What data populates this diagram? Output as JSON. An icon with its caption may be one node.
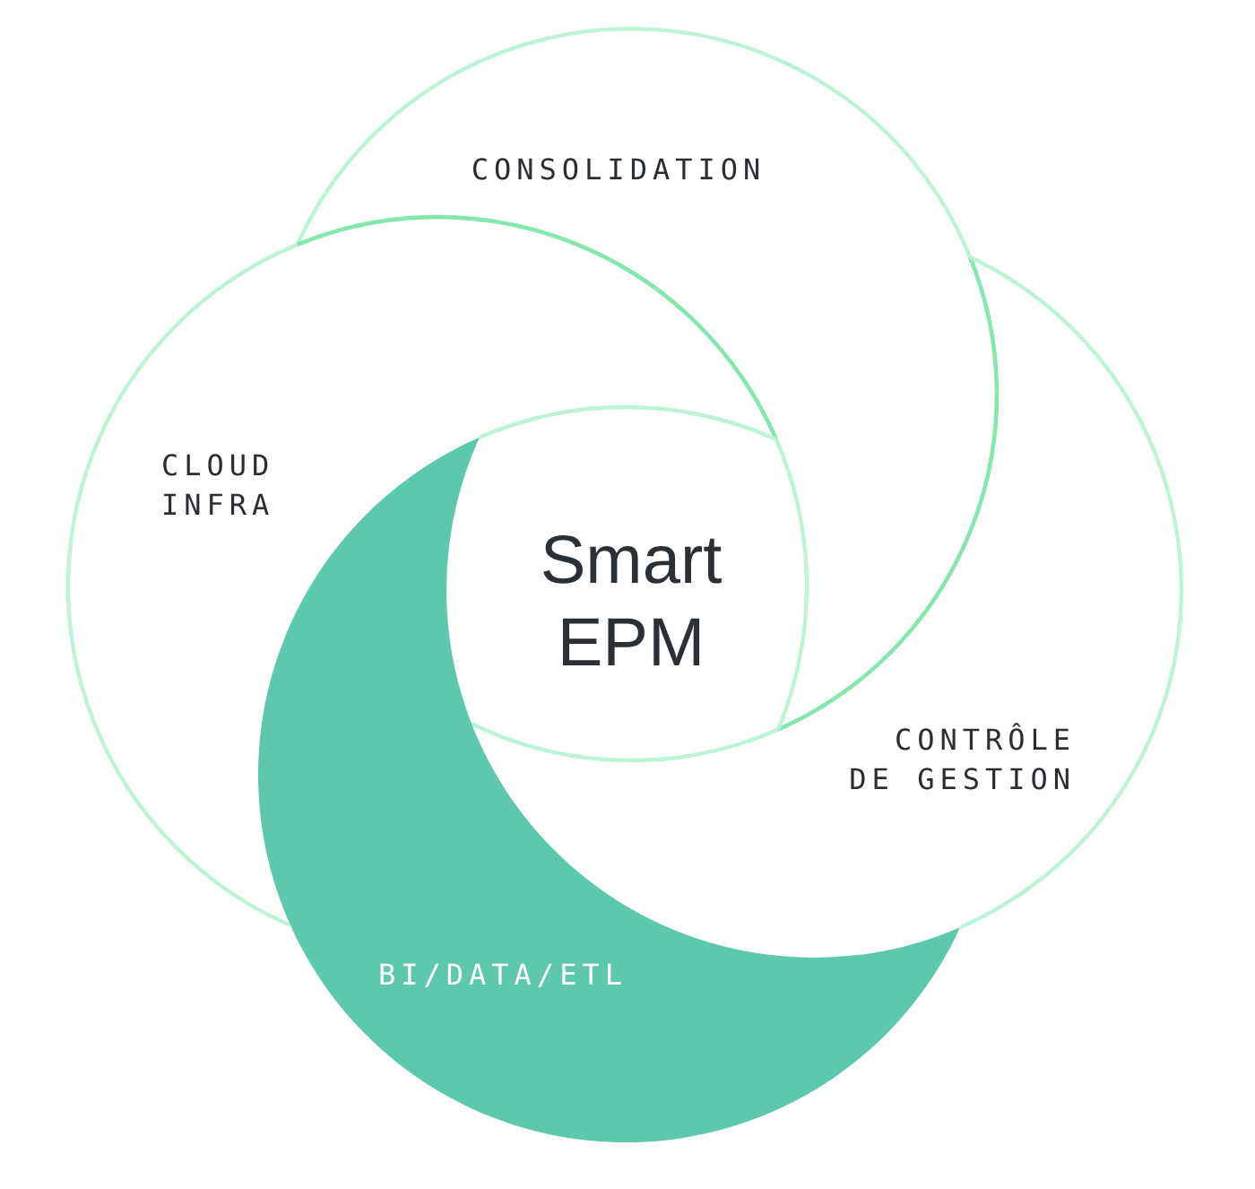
{
  "diagram": {
    "nodes": [
      {
        "text": [
          "CONSOLIDATION"
        ]
      },
      {
        "text": [
          "CLOUD INFRA"
        ]
      },
      {
        "text": [
          "CONTRÔLE DE GESTION"
        ]
      },
      {
        "text": [
          "BI/DATA/ETL"
        ]
      }
    ],
    "labels": [
      "Smart EPM"
    ]
  }
}
